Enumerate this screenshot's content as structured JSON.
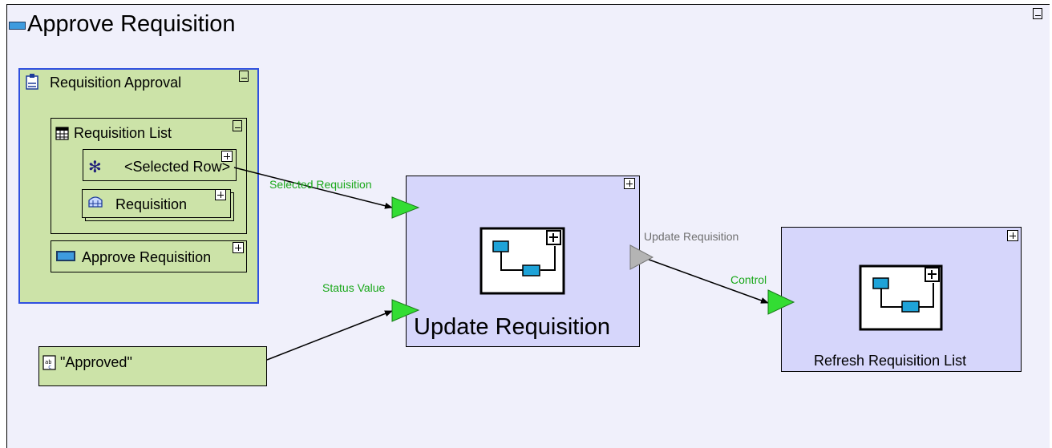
{
  "diagram": {
    "title": "Approve Requisition",
    "approval_panel": {
      "label": "Requisition Approval",
      "list": {
        "label": "Requisition List",
        "selected_row": "<Selected Row>",
        "requisition": "Requisition"
      },
      "approve_button": "Approve Requisition"
    },
    "approved_value": "\"Approved\"",
    "update_node": {
      "label": "Update Requisition",
      "inputs": [
        "Selected Requisition",
        "Status Value"
      ],
      "output": "Update Requisition"
    },
    "refresh_node": {
      "label": "Refresh Requisition List",
      "input": "Control"
    }
  },
  "colors": {
    "canvas": "#f0f0fb",
    "container_fill": "#cce3a8",
    "container_border": "#3050e0",
    "process_fill": "#d6d6fb",
    "port_active": "#33dd33",
    "port_inactive": "#b4b4b4",
    "edge_label_green": "#1aa81a",
    "edge_label_gray": "#6f6f6f"
  }
}
